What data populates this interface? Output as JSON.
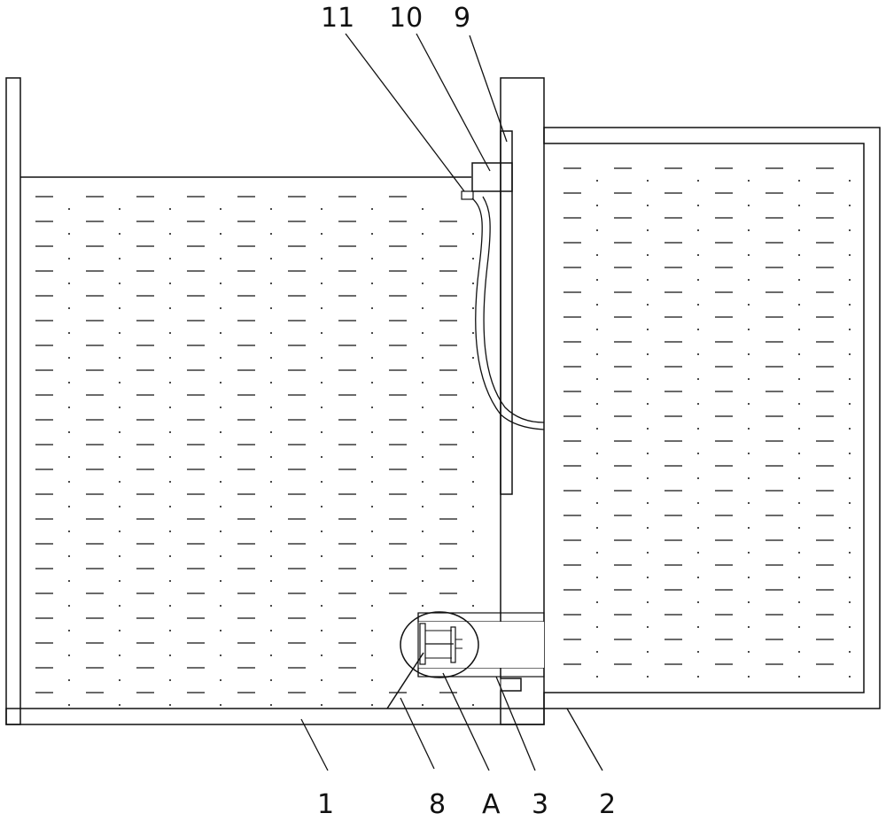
{
  "labels": {
    "n1": "1",
    "n2": "2",
    "n3": "3",
    "n8": "8",
    "nA": "A",
    "n9": "9",
    "n10": "10",
    "n11": "11"
  },
  "colors": {
    "stroke": "#111111",
    "background": "#ffffff"
  }
}
